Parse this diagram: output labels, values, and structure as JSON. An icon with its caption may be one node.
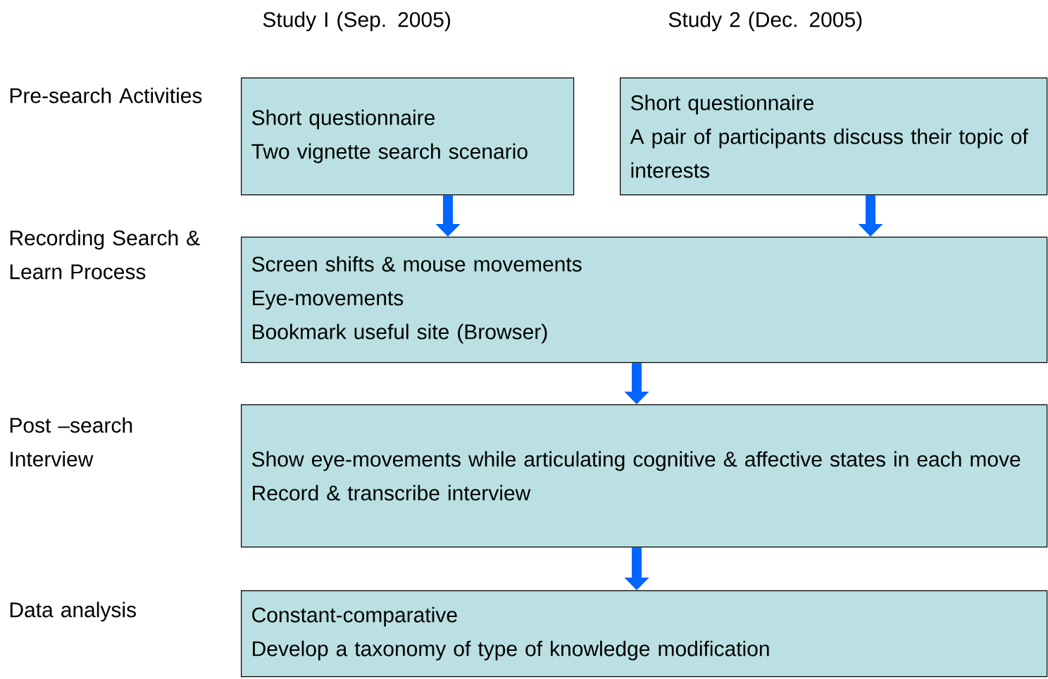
{
  "diagram": {
    "nodes": [
      {
        "text": [
          "Short questionnaire",
          "Two vignette search scenario"
        ]
      },
      {
        "text": [
          "Short questionnaire",
          "A pair of participants discuss their topic of interests"
        ]
      },
      {
        "text": [
          "Screen shifts & mouse movements",
          "Eye-movements",
          "Bookmark useful site (Browser)"
        ]
      },
      {
        "text": [
          "Show eye-movements while articulating cognitive & affective states in each move",
          "Record & transcribe interview"
        ]
      },
      {
        "text": [
          "Constant-comparative",
          "Develop a taxonomy of type of knowledge modification"
        ]
      }
    ],
    "edges": [
      {
        "from": 0,
        "to": 2,
        "arrow": "to"
      },
      {
        "from": 1,
        "to": 2,
        "arrow": "to"
      },
      {
        "from": 2,
        "to": 3,
        "arrow": "to"
      },
      {
        "from": 3,
        "to": 4,
        "arrow": "to"
      }
    ],
    "labels": [
      "Study I (Sep. 2005)",
      "Study 2 (Dec. 2005)",
      "Pre-search Activities",
      "Recording Search & Learn Process",
      "Post –search Interview",
      "Data analysis"
    ]
  }
}
